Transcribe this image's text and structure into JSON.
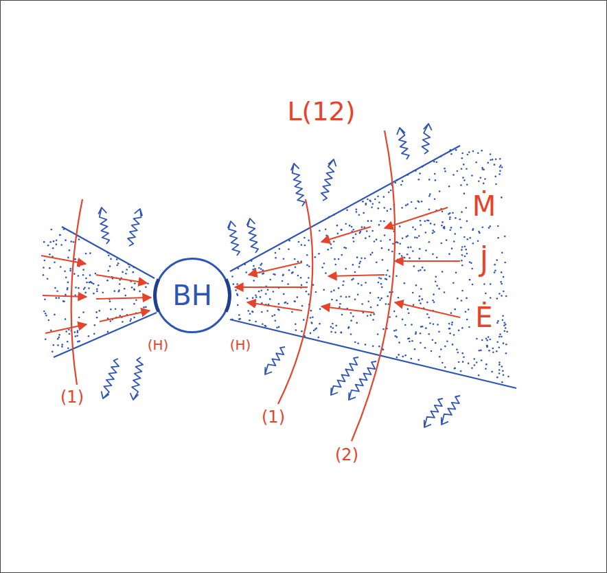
{
  "diagram": {
    "nodes": [
      {
        "text": [
          "BH"
        ]
      }
    ],
    "labels": [
      "(1)",
      "(H)",
      "(H)",
      "L(12)",
      "Ṁ",
      "J̇",
      "Ė",
      "(1)",
      "(2)"
    ]
  }
}
